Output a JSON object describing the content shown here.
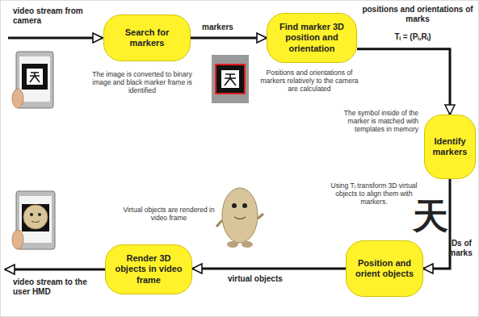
{
  "diagram": {
    "nodes": [
      {
        "text": [
          "Search for markers"
        ]
      },
      {
        "text": [
          "Find marker 3D position and orientation"
        ]
      },
      {
        "text": [
          "Identify markers"
        ]
      },
      {
        "text": [
          "Position and orient objects"
        ]
      },
      {
        "text": [
          "Render 3D objects in video frame"
        ]
      }
    ],
    "edges": [
      {
        "from": 0,
        "to": 1,
        "label": "markers",
        "arrow": "to"
      },
      {
        "from": 1,
        "to": 2,
        "label": "positions and orientations of marks",
        "arrow": "to"
      },
      {
        "from": 2,
        "to": 3,
        "label": "IDs of marks",
        "arrow": "to"
      },
      {
        "from": 3,
        "to": 4,
        "label": "virtual objects",
        "arrow": "to"
      }
    ],
    "labels": [
      "video stream from camera",
      "The image is converted to binary image and black marker frame is identified",
      "Positions and orientations of markers relatively to the camera are calculated",
      "Tᵢ = (Pᵢ,Rᵢ)",
      "The symbol inside of the marker is matched with templates in memory",
      "天",
      "Using Tᵢ transform 3D virtual objects to align them with markers.",
      "Virtual objects are rendered in video frame",
      "video stream to the user HMD"
    ]
  }
}
